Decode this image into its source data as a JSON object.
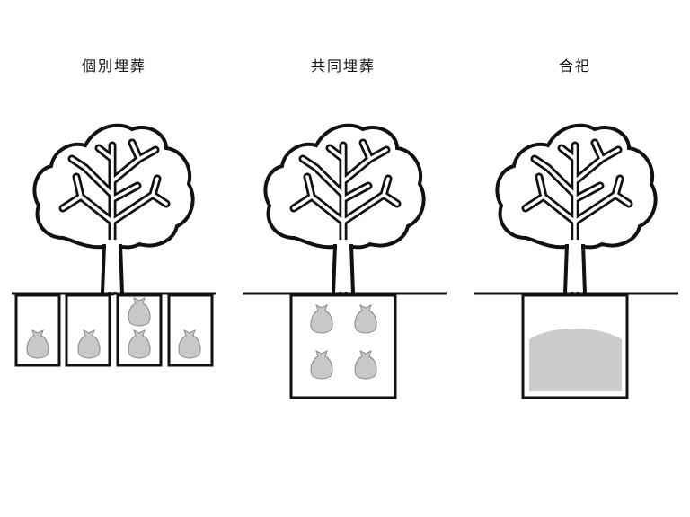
{
  "titles": [
    "個別埋葬",
    "共同埋葬",
    "合祀"
  ],
  "colors": {
    "line": "#111111",
    "bag": "#c8c8c8",
    "remains": "#cccccc"
  }
}
